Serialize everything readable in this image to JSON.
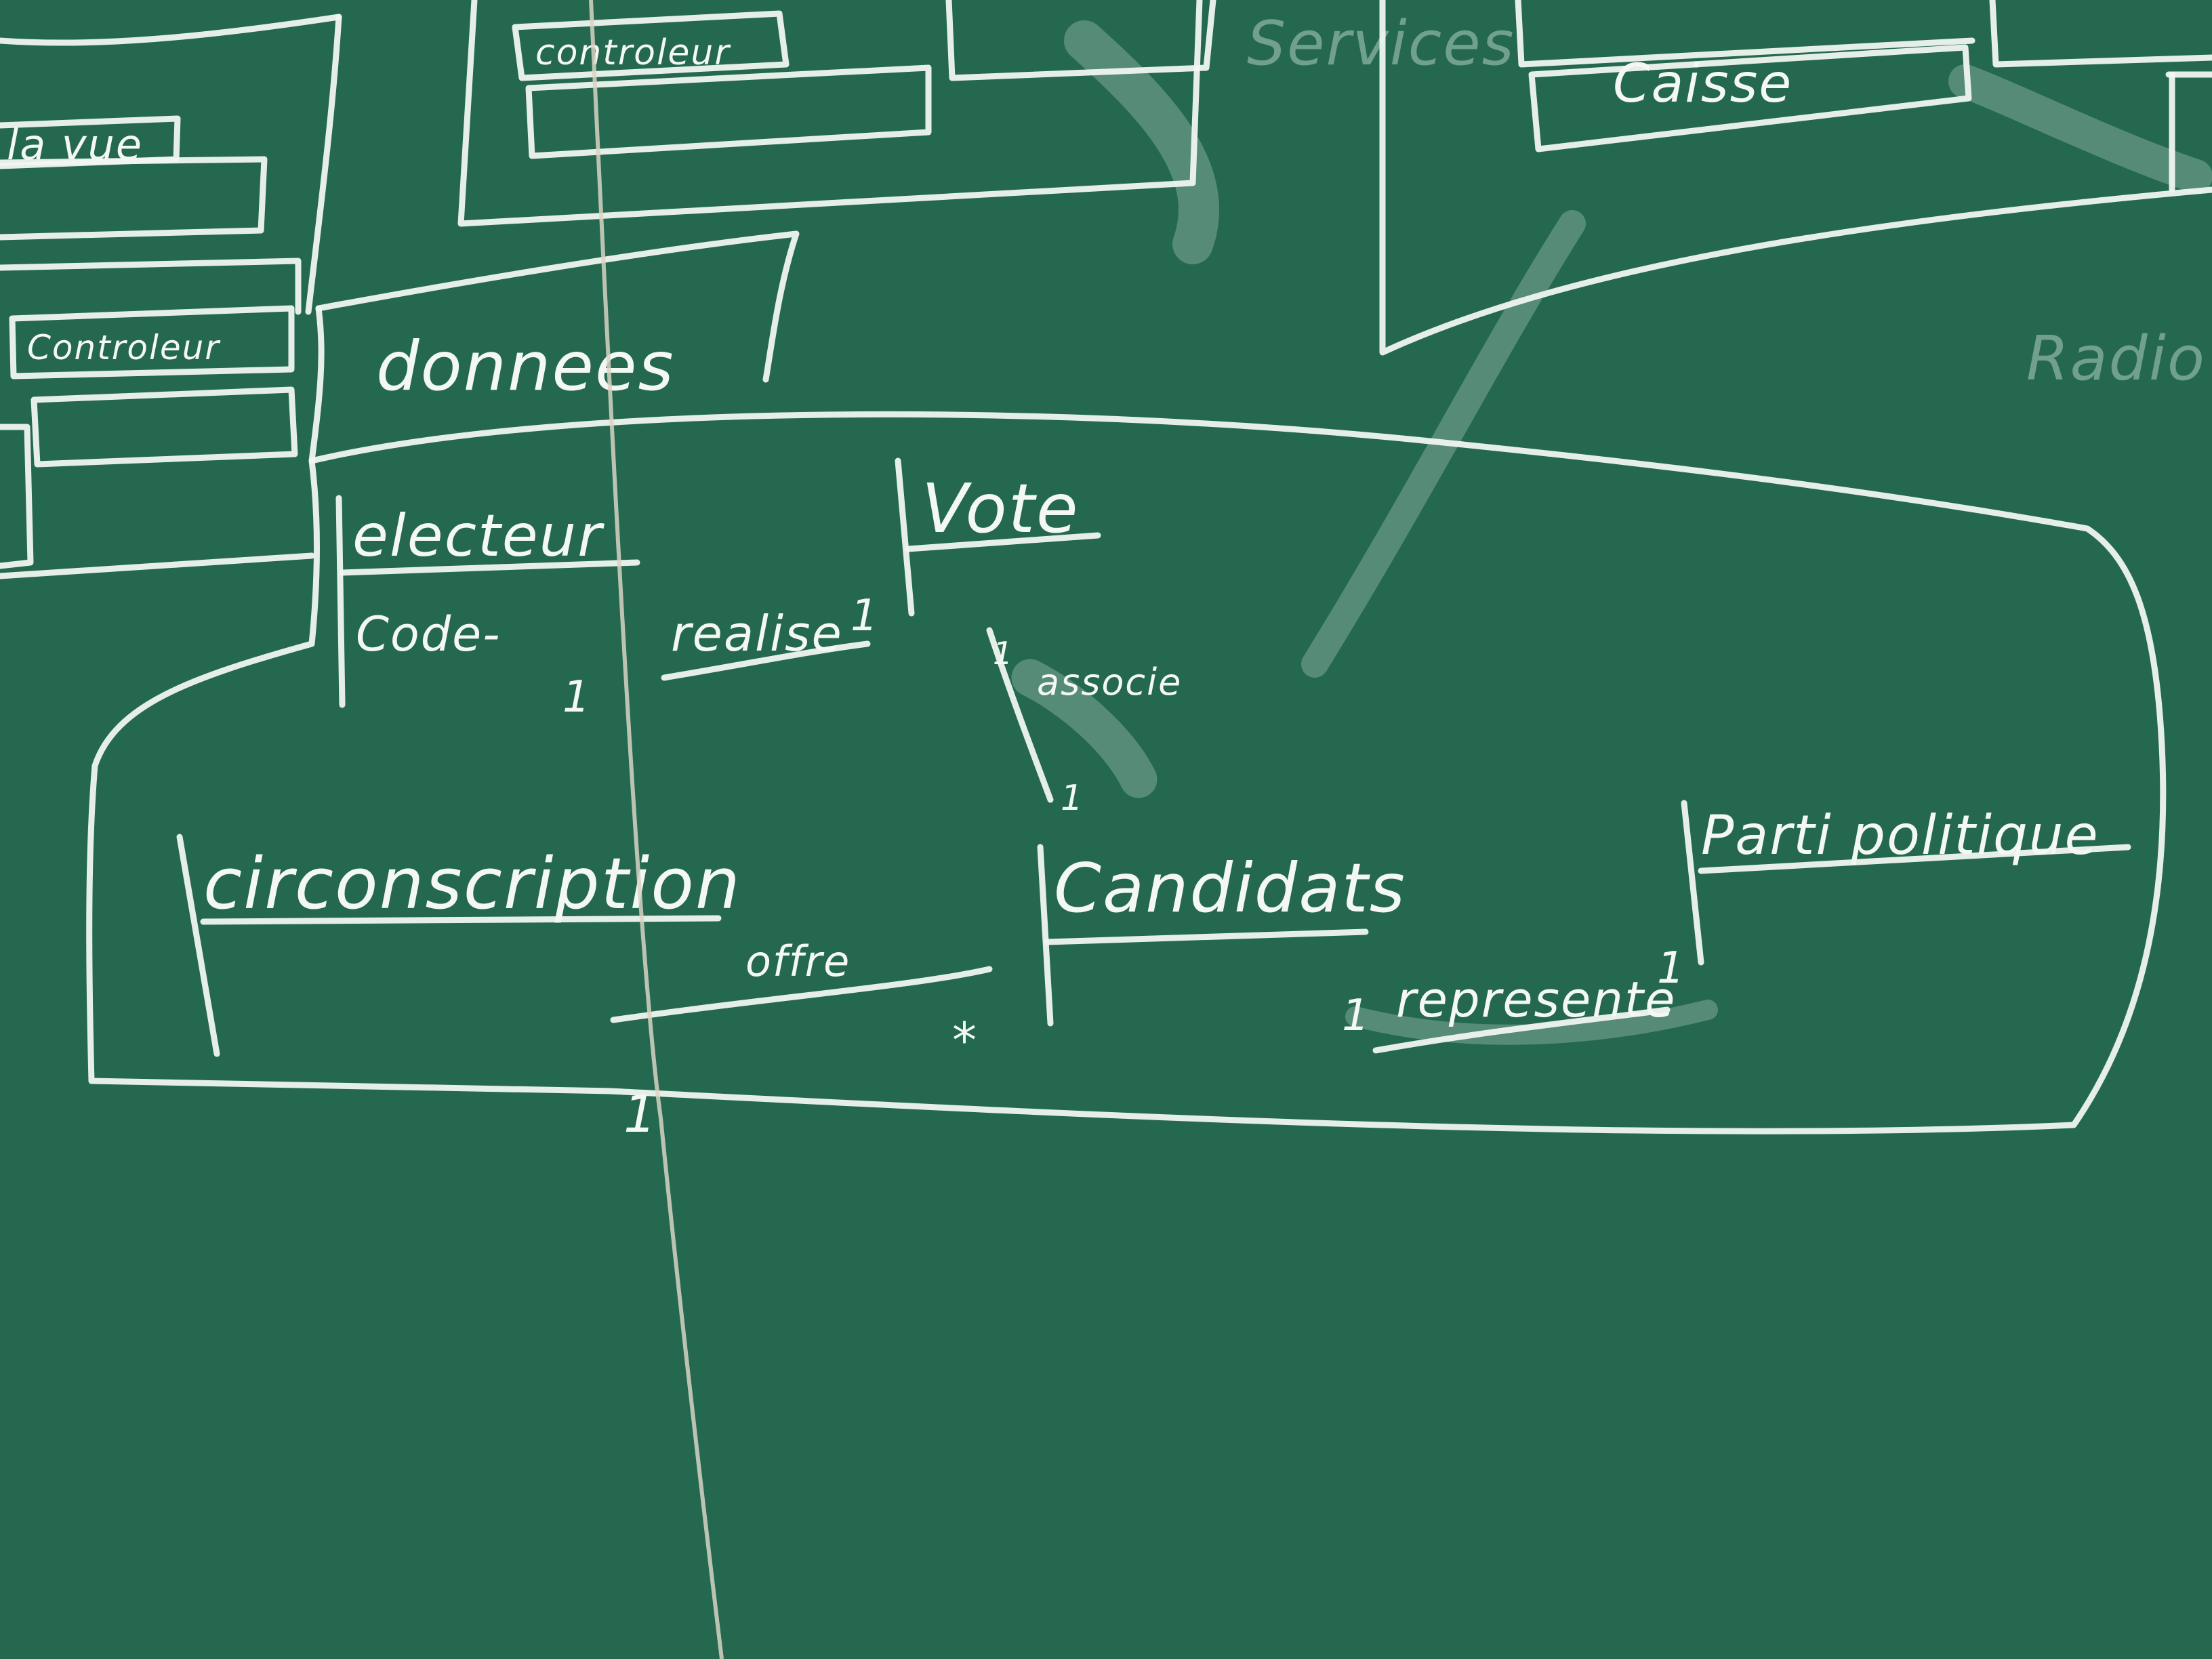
{
  "packages": {
    "top_left_partial": "la vue",
    "top_controller_left": "Controleur",
    "top_controller_mid": "controleur",
    "top_faint_service": "Services",
    "top_right_partial": "Caisse",
    "right_faint": "Radio",
    "data_package": "donnees"
  },
  "classes": {
    "electeur": {
      "name": "electeur",
      "attribute": "Code-"
    },
    "vote": {
      "name": "Vote"
    },
    "circonscription": {
      "name": "circonscription"
    },
    "candidats": {
      "name": "Candidats"
    },
    "parti": {
      "name": "Parti politique"
    }
  },
  "associations": {
    "realise": "realise",
    "associe": "associe",
    "offre": "offre",
    "represente": "represente"
  },
  "multiplicities": {
    "electeur_side": "1",
    "vote_side_realise": "1",
    "vote_side_associe": "1",
    "candidats_side_associe": "1",
    "circonscription_side": "1",
    "candidats_side_offre": "*",
    "candidats_side_represente": "1",
    "parti_side": "1"
  }
}
